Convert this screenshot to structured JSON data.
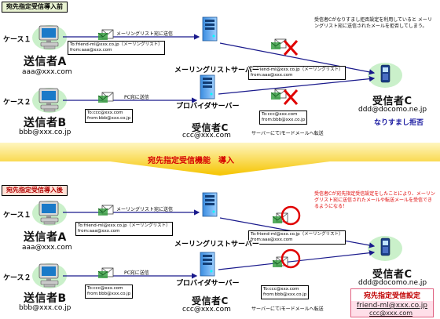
{
  "sections": {
    "before_title": "宛先指定受信導入前",
    "after_title": "宛先指定受信導入後",
    "banner": "宛先指定受信機能　導入"
  },
  "cases": {
    "case1": "ケース１",
    "case2": "ケース２"
  },
  "senders": {
    "a_name": "送信者A",
    "a_addr": "aaa@xxx.com",
    "b_name": "送信者B",
    "b_addr": "bbb@xxx.co.jp"
  },
  "receivers": {
    "c_name": "受信者C",
    "c_addr": "ccc@xxx.com",
    "docomo_addr": "ddd@docomo.ne.jp",
    "spoof_reject": "なりすまし拒否"
  },
  "servers": {
    "mailing_list": "メーリングリストサーバー",
    "provider": "プロバイダサーバー"
  },
  "arrows": {
    "to_ml": "メーリングリスト宛に送信",
    "to_pc": "PC宛に送信",
    "forward_note": "サーバーにてiモードメールへ転送"
  },
  "messages": {
    "a_to_ml_1": "To:friend-ml@xxx.co.jp（メーリングリスト）",
    "a_to_ml_2": "from:aaa@xxx.com",
    "ml_out_1": "To:friend-ml@xxx.co.jp（メーリングリスト）",
    "ml_out_2": "from:aaa@xxx.com",
    "b_to_pc_1": "To:ccc@xxx.com",
    "b_to_pc_2": "from:bbb@xxx.co.jp",
    "fwd_1": "To:ccc@xxx.com",
    "fwd_2": "from:bbb@xxx.co.jp"
  },
  "notes": {
    "before": "受信者Cがなりすまし拒否設定を利用していると メーリングリスト宛に送信されたメールを拒否してしまう。",
    "after": "受信者Cが宛先指定受信設定をしたことにより、メーリングリスト宛に送信されたメールや転送メールを受信できるようになる！"
  },
  "setting": {
    "title": "宛先指定受信設定",
    "line1": "friend-ml@xxx.co.jp",
    "line2": "ccc@xxx.com"
  },
  "colors": {
    "arrow": "#1a1a8c",
    "reject_x": "#e00000",
    "ok_circle": "#e00000",
    "banner": "#f5c400",
    "green_accent": "#2f9a2f"
  }
}
